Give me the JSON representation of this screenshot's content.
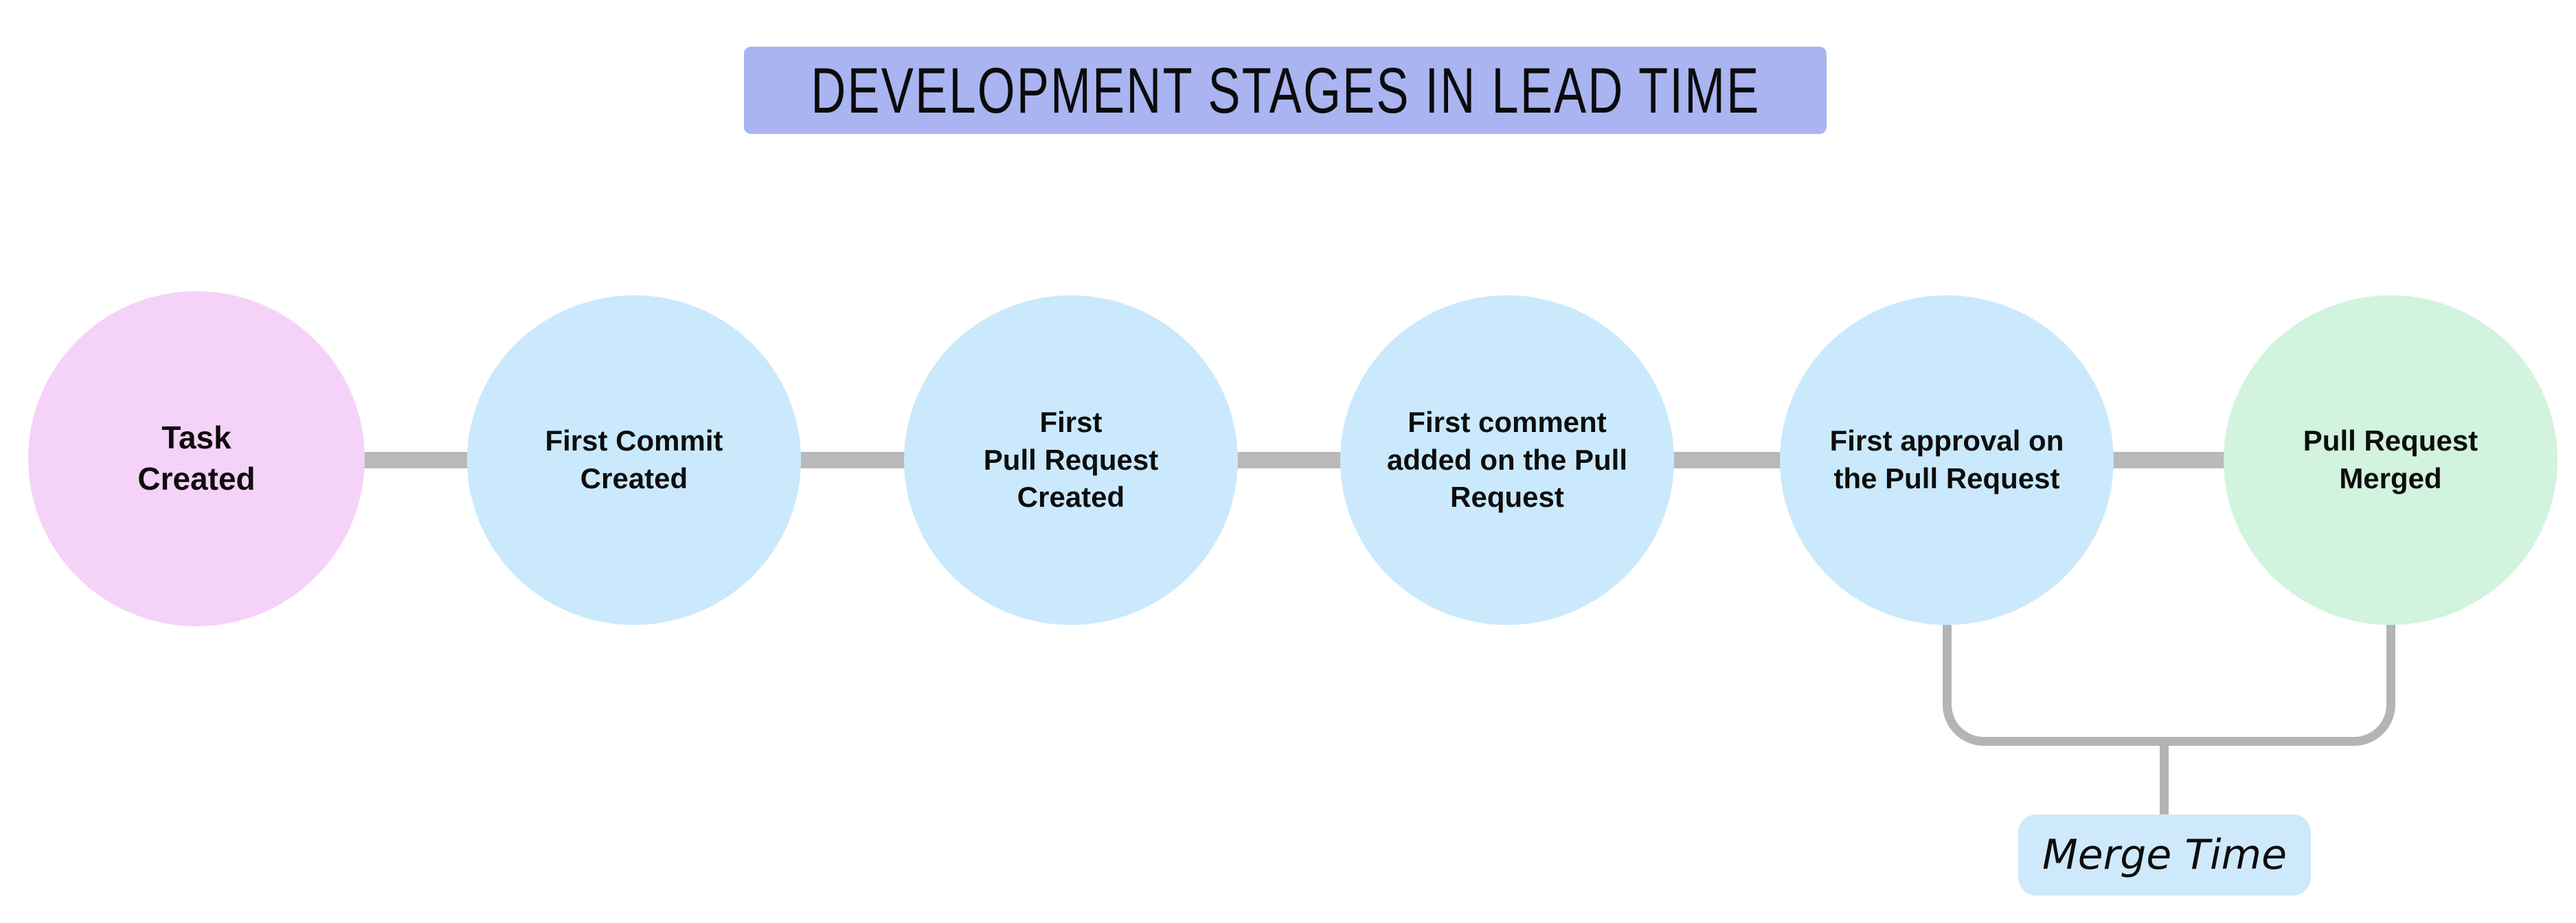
{
  "title": {
    "text": "DEVELOPMENT STAGES IN LEAD TIME",
    "bg": "#aab4f0"
  },
  "diagram": {
    "stages": [
      {
        "id": "task-created",
        "label": "Task\nCreated",
        "color": "#f5d3f8"
      },
      {
        "id": "first-commit-created",
        "label": "First Commit\nCreated",
        "color": "#cbe9fc"
      },
      {
        "id": "first-pull-request-created",
        "label": "First\nPull Request\nCreated",
        "color": "#cbe9fc"
      },
      {
        "id": "first-comment-added",
        "label": "First comment\nadded on the Pull\nRequest",
        "color": "#cbe9fc"
      },
      {
        "id": "first-approval",
        "label": "First approval on\nthe Pull Request",
        "color": "#cbe9fc"
      },
      {
        "id": "pull-request-merged",
        "label": "Pull Request\nMerged",
        "color": "#d2f3dd"
      }
    ],
    "connector_color": "#b9b9b9",
    "bracket_color": "#b4b4b4",
    "annotation": {
      "label": "Merge Time",
      "bg": "#cfe9fc"
    }
  }
}
